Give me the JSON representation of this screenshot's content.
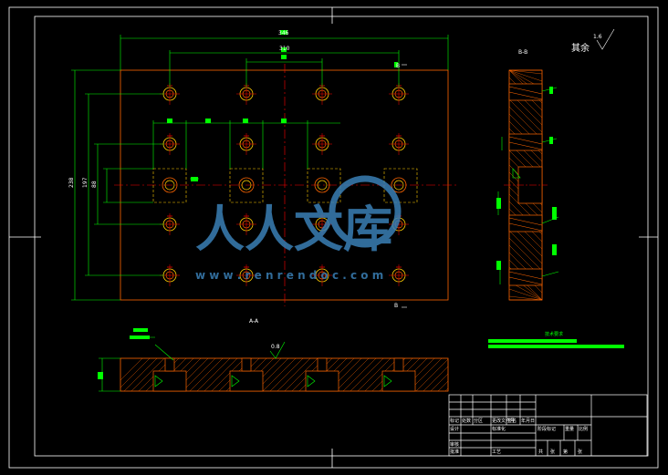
{
  "drawing": {
    "section_label_bb": "B-B",
    "section_label_aa": "A-A",
    "roughness_note": "其余",
    "roughness_value": "1.6",
    "roughness_mid": "0.8",
    "dim_overall_width": "346",
    "dim_inner_width": "310",
    "dim_height": "238",
    "dim_height2": "197",
    "dim_height3": "88",
    "section_tag_b_top": "B",
    "section_tag_b_bottom": "B",
    "tech_requirements": "技术要求",
    "watermark_cn": "人人文库",
    "watermark_url": "w w w . r e n r e n d o c . c o m",
    "colors": {
      "outline": "#ff6600",
      "dimension": "#00ff00",
      "centerline": "#ff0000",
      "hole": "#ffcc00",
      "frame": "#ffffff",
      "hatch": "#ff6600",
      "watermark": "#3a7fb5"
    }
  },
  "title_block": {
    "cells": [
      "标记",
      "处数",
      "分区",
      "更改文件号",
      "签名",
      "年月日",
      "设计",
      "标准化",
      "阶段标记",
      "重量",
      "比例",
      "审核",
      "工艺",
      "批准",
      "共",
      "张",
      "第",
      "张"
    ]
  }
}
